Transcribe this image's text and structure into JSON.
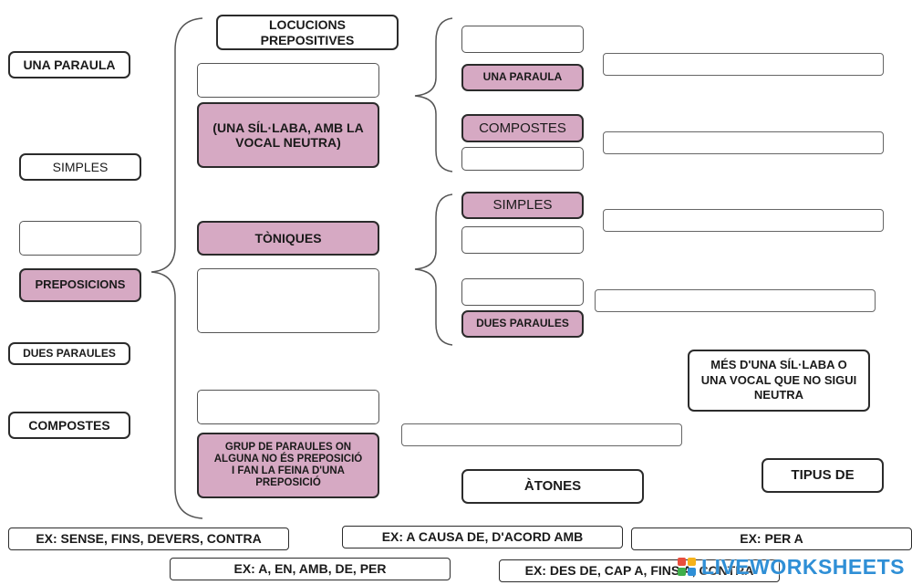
{
  "boxes": {
    "locucions_prepositives": "LOCUCIONS PREPOSITIVES",
    "una_paraula_left": "UNA PARAULA",
    "simples_left": "SIMPLES",
    "preposicions": "PREPOSICIONS",
    "dues_paraules_left": "DUES PARAULES",
    "compostes_left": "COMPOSTES",
    "una_sillaba": "(UNA SÍL·LABA, AMB LA VOCAL NEUTRA)",
    "toniques": "TÒNIQUES",
    "grup_paraules": "GRUP DE PARAULES ON ALGUNA NO ÉS PREPOSICIÓ I FAN LA FEINA D'UNA PREPOSICIÓ",
    "una_paraula_right": "UNA PARAULA",
    "compostes_right": "COMPOSTES",
    "simples_right": "SIMPLES",
    "dues_paraules_right": "DUES PARAULES",
    "mes_una_sillaba": "MÉS D'UNA SÍL·LABA O UNA VOCAL QUE NO SIGUI NEUTRA",
    "atones": "ÀTONES",
    "tipus_de": "TIPUS DE",
    "ex_sense": "EX: SENSE, FINS, DEVERS, CONTRA",
    "ex_a_causa": "EX: A CAUSA DE, D'ACORD AMB",
    "ex_per_a": "EX: PER A",
    "ex_a_en": "EX: A, EN, AMB, DE, PER",
    "ex_des_de": "EX: DES DE, CAP A, FINS A, CONTRA"
  },
  "logo": {
    "text": "LIVEWORKSHEETS"
  },
  "colors": {
    "accent_pink": "#d6a9c3",
    "border": "#2b2b2b",
    "logo_blue": "#2f8fd6"
  }
}
